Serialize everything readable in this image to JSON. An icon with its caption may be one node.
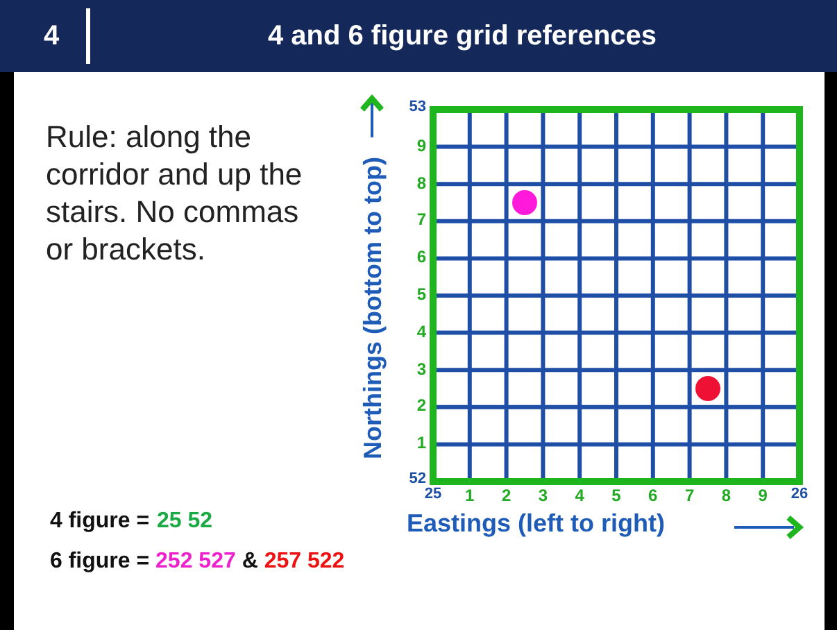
{
  "diagram": {
    "title": "4 and 6 figure grid references",
    "labels": [
      "4",
      "Rule: along the corridor and up the stairs. No commas or brackets.",
      "53",
      "9",
      "8",
      "7",
      "6",
      "5",
      "4",
      "3",
      "2",
      "1",
      "52",
      "Northings (bottom to top)",
      "25",
      "1",
      "2",
      "3",
      "4",
      "5",
      "6",
      "7",
      "8",
      "9",
      "26",
      "4 figure =",
      "25 52",
      "Eastings (left to right)",
      "6 figure =",
      "252 527",
      "&",
      "257 522"
    ]
  }
}
